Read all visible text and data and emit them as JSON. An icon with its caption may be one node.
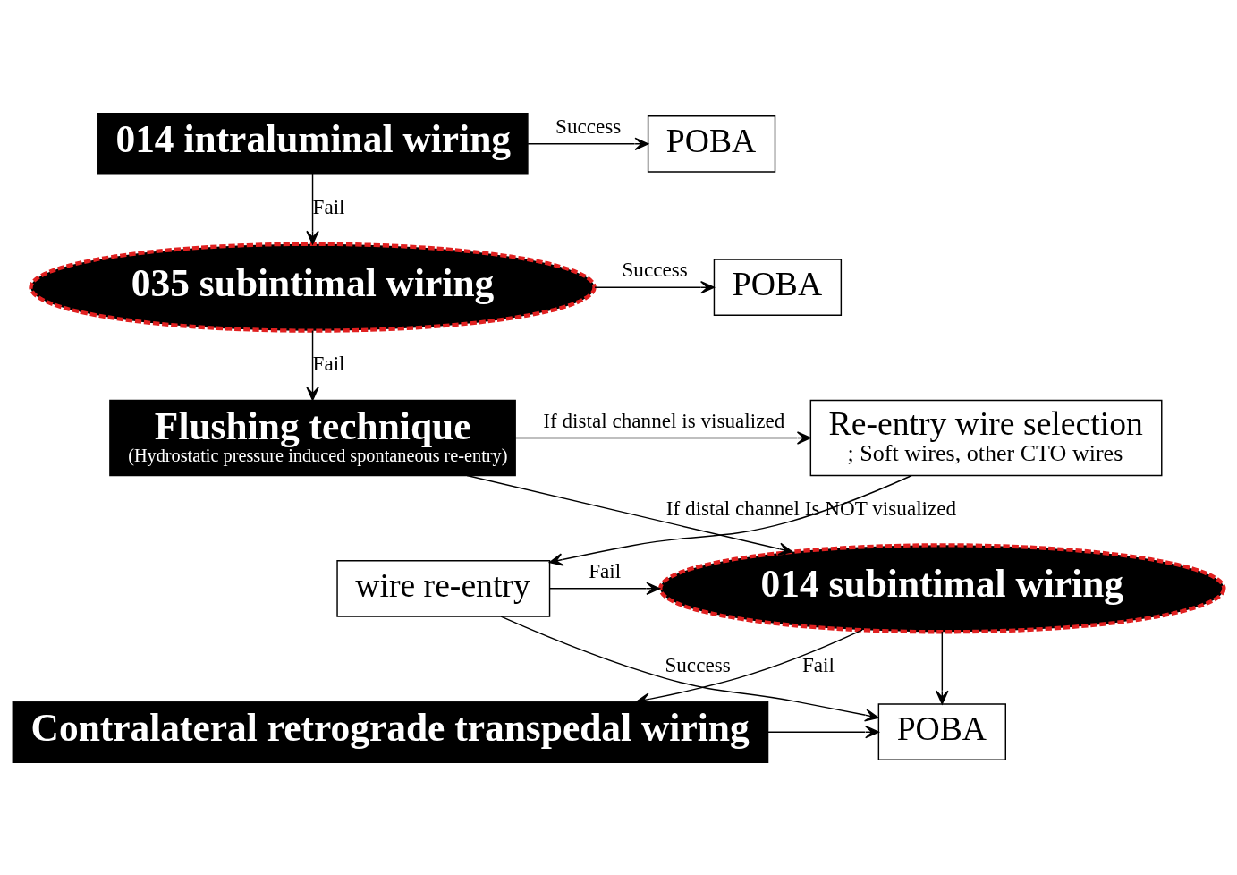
{
  "diagram": {
    "nodes": [
      {
        "text": [
          "014 intraluminal wiring"
        ]
      },
      {
        "text": [
          "POBA"
        ]
      },
      {
        "text": [
          "035 subintimal wiring"
        ]
      },
      {
        "text": [
          "POBA"
        ]
      },
      {
        "text": [
          "Flushing technique",
          "(Hydrostatic pressure induced spontaneous re-entry)"
        ]
      },
      {
        "text": [
          "Re-entry wire selection",
          "; Soft wires, other CTO wires"
        ]
      },
      {
        "text": [
          "014 subintimal wiring"
        ]
      },
      {
        "text": [
          "wire re-entry"
        ]
      },
      {
        "text": [
          "Contralateral retrograde transpedal wiring"
        ]
      },
      {
        "text": [
          "POBA"
        ]
      }
    ],
    "edges": [
      {
        "from": 0,
        "to": 1,
        "arrow": "to",
        "label": "Success"
      },
      {
        "from": 0,
        "to": 2,
        "arrow": "to",
        "label": "Fail"
      },
      {
        "from": 2,
        "to": 3,
        "arrow": "to",
        "label": "Success"
      },
      {
        "from": 2,
        "to": 4,
        "arrow": "to",
        "label": "Fail"
      },
      {
        "from": 4,
        "to": 5,
        "arrow": "to",
        "label": "If distal channel is visualized"
      },
      {
        "from": 4,
        "to": 6,
        "arrow": "to",
        "label": "If distal channel Is NOT visualized"
      },
      {
        "from": 5,
        "to": 7,
        "arrow": "to"
      },
      {
        "from": 7,
        "to": 6,
        "arrow": "to",
        "label": "Fail"
      },
      {
        "from": 7,
        "to": 9,
        "arrow": "to",
        "label": "Success"
      },
      {
        "from": 6,
        "to": 8,
        "arrow": "to",
        "label": "Fail"
      },
      {
        "from": 6,
        "to": 9,
        "arrow": "to"
      },
      {
        "from": 8,
        "to": 9,
        "arrow": "to"
      }
    ]
  }
}
